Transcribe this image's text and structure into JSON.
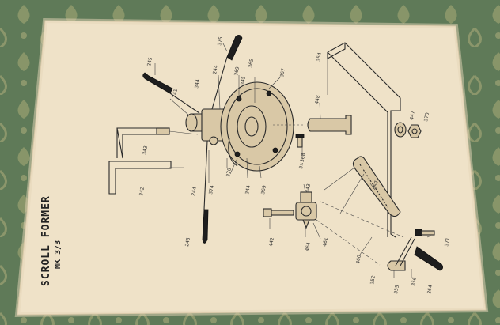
{
  "drawing": {
    "title": "SCROLL FORMER",
    "model": "MK 3/3"
  },
  "part_labels": {
    "p245": "245",
    "p241": "241",
    "p345": "345",
    "p365": "365",
    "p369": "369",
    "p367": "367",
    "p343": "343",
    "p342": "342",
    "p354": "354",
    "p448": "448",
    "p447": "447",
    "p370": "370",
    "p368": "3×368",
    "p357": "357",
    "p443": "443",
    "p442": "442",
    "p464": "464",
    "p461": "461",
    "p460": "460",
    "p352": "352",
    "p355": "355",
    "p356": "356",
    "p264": "264",
    "p371": "371",
    "p244b": "244",
    "p374": "374",
    "p344": "344",
    "p375": "375"
  },
  "colors": {
    "paper": "#efe2c8",
    "fabric": "#5f7a58",
    "ink": "#2a2a2a"
  }
}
